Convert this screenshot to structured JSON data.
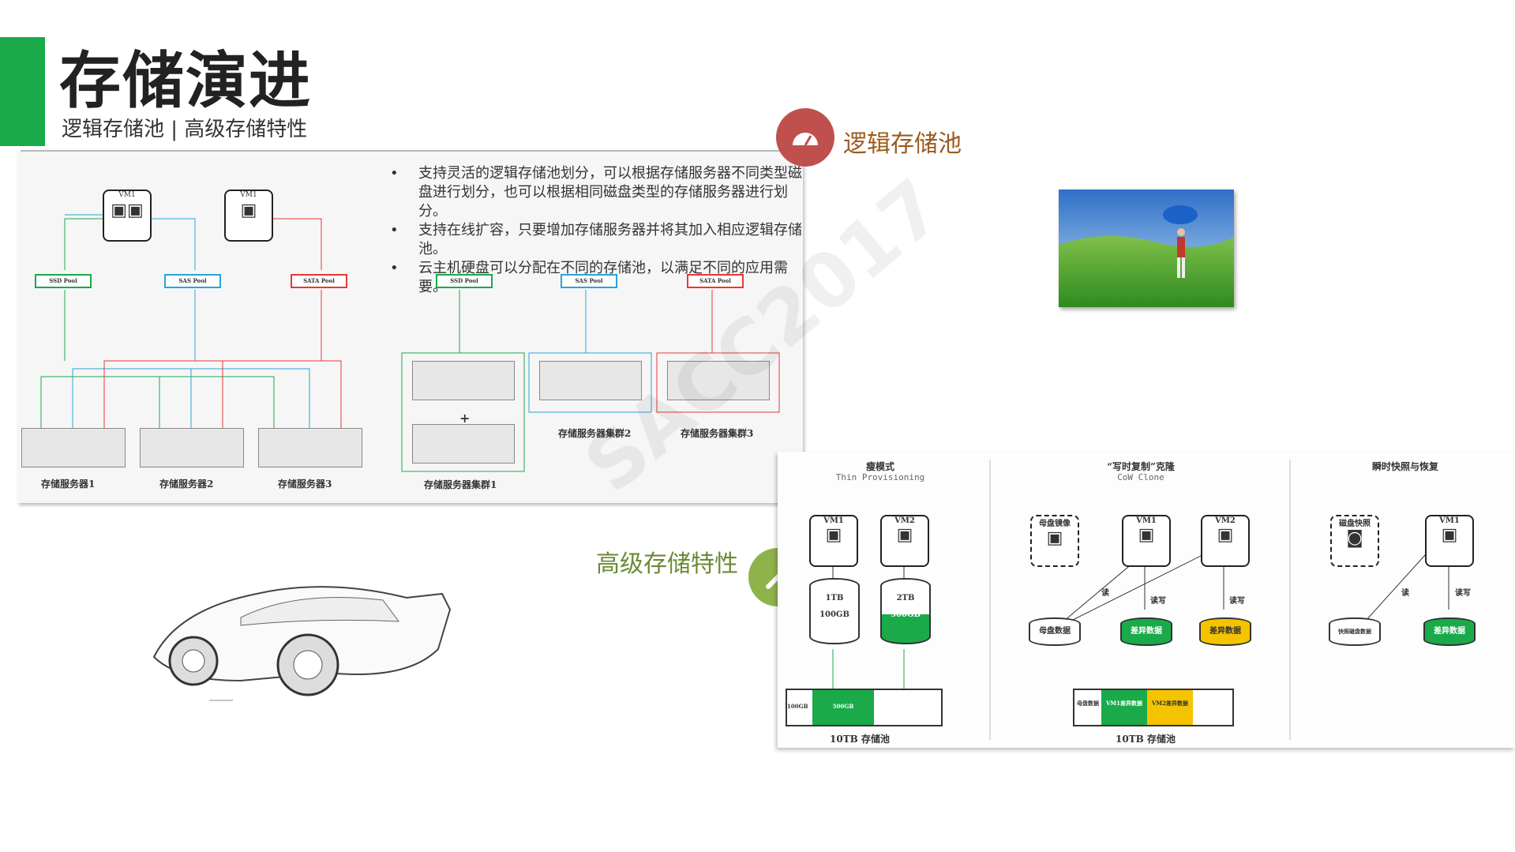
{
  "header": {
    "title": "存储演进",
    "subtitle": "逻辑存储池 | 高级存储特性"
  },
  "sections": {
    "logical": "逻辑存储池",
    "advanced": "高级存储特性"
  },
  "logical_panel": {
    "bullets": [
      "支持灵活的逻辑存储池划分，可以根据存储服务器不同类型磁盘进行划分，也可以根据相同磁盘类型的存储服务器进行划分。",
      "支持在线扩容，只要增加存储服务器并将其加入相应逻辑存储池。",
      "云主机硬盘可以分配在不同的存储池，以满足不同的应用需要。"
    ],
    "vm_labels": [
      "VM1",
      "VM1"
    ],
    "pools": [
      "SSD Pool",
      "SAS Pool",
      "SATA Pool"
    ],
    "servers": [
      "存储服务器1",
      "存储服务器2",
      "存储服务器3"
    ],
    "clusters": [
      "存储服务器集群1",
      "存储服务器集群2",
      "存储服务器集群3"
    ],
    "plus": "+"
  },
  "advanced_panel": {
    "columns": [
      {
        "title": "瘦模式",
        "subtitle": "Thin Provisioning"
      },
      {
        "title": "“写时复制”克隆",
        "subtitle": "CoW Clone"
      },
      {
        "title": "瞬时快照与恢复",
        "subtitle": ""
      }
    ],
    "thin": {
      "vms": [
        "VM1",
        "VM2"
      ],
      "disks": [
        {
          "size": "1TB",
          "used": "100GB"
        },
        {
          "size": "2TB",
          "used": "500GB"
        }
      ],
      "pool_segments": [
        "100GB",
        "500GB"
      ],
      "pool_caption": "10TB 存储池"
    },
    "cow": {
      "base_label": "母盘镜像",
      "vms": [
        "VM1",
        "VM2"
      ],
      "read": "读",
      "rw": [
        "读写",
        "读写"
      ],
      "disks": [
        "母盘数据",
        "差异数据",
        "差异数据"
      ],
      "pool_segments": [
        "母盘数据",
        "VM1差异数据",
        "VM2差异数据"
      ],
      "pool_caption": "10TB 存储池"
    },
    "snapshot": {
      "snap_label": "磁盘快照",
      "vm": "VM1",
      "read": "读",
      "rw": "读写",
      "disks": [
        "快照磁盘数据",
        "差异数据"
      ]
    }
  },
  "watermark": "SACC2017",
  "colors": {
    "accent": "#1aaa4a",
    "ssd": "#1aaa4a",
    "sas": "#2aa4d9",
    "sata": "#e53935",
    "diff_yellow": "#f5c400"
  }
}
